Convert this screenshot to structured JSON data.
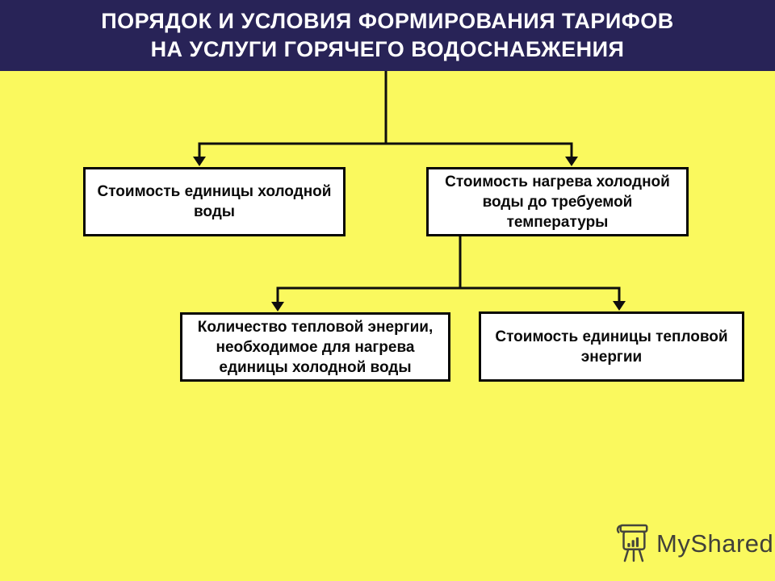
{
  "header": {
    "title_line1": "ПОРЯДОК И УСЛОВИЯ ФОРМИРОВАНИЯ ТАРИФОВ",
    "title_line2": "НА УСЛУГИ ГОРЯЧЕГО ВОДОСНАБЖЕНИЯ"
  },
  "diagram": {
    "type": "flowchart",
    "nodes": [
      {
        "id": "cold-water-unit-cost",
        "level": 1,
        "parent": "title",
        "text": "Стоимость единицы холодной\nводы"
      },
      {
        "id": "heating-cost",
        "level": 1,
        "parent": "title",
        "text": "Стоимость нагрева холодной\nводы до требуемой\nтемпературы"
      },
      {
        "id": "heat-energy-quantity",
        "level": 2,
        "parent": "heating-cost",
        "text": "Количество тепловой энергии,\nнеобходимое для нагрева\nединицы холодной воды"
      },
      {
        "id": "heat-energy-unit-cost",
        "level": 2,
        "parent": "heating-cost",
        "text": "Стоимость единицы тепловой\nэнергии"
      }
    ],
    "edges": [
      {
        "from": "title",
        "to": "cold-water-unit-cost"
      },
      {
        "from": "title",
        "to": "heating-cost"
      },
      {
        "from": "heating-cost",
        "to": "heat-energy-quantity"
      },
      {
        "from": "heating-cost",
        "to": "heat-energy-unit-cost"
      }
    ]
  },
  "colors": {
    "slide_background": "#FAF95E",
    "banner_background": "#282357",
    "banner_text": "#FFFFFF",
    "node_background": "#FFFFFF",
    "node_border": "#060606",
    "connector_line": "#0E0E0E",
    "watermark": "#41413A"
  },
  "footer": {
    "brand": "MyShared",
    "icon": "presentation-easel-icon"
  }
}
